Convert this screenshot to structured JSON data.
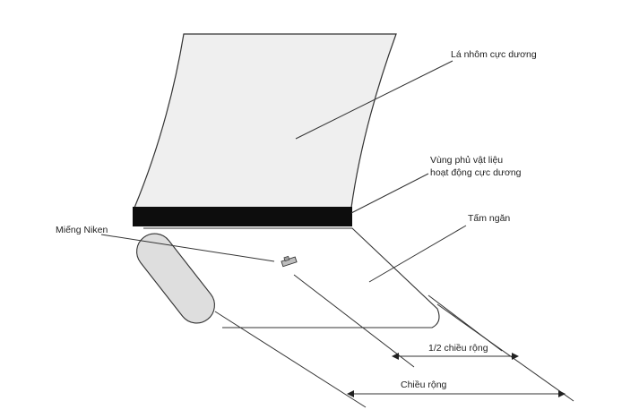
{
  "labels": {
    "aluminum_foil": "Lá nhôm cực dương",
    "coating_line1": "Vùng phủ vật liệu",
    "coating_line2": "hoạt động cực dương",
    "separator": "Tấm ngăn",
    "nickel_tab": "Miếng Niken",
    "half_width": "1/2 chiều rộng",
    "full_width": "Chiều rộng"
  },
  "colors": {
    "foil_fill": "#efefef",
    "coating_band": "#0d0d0d",
    "roll_fill": "#dedede",
    "line": "#333333"
  }
}
